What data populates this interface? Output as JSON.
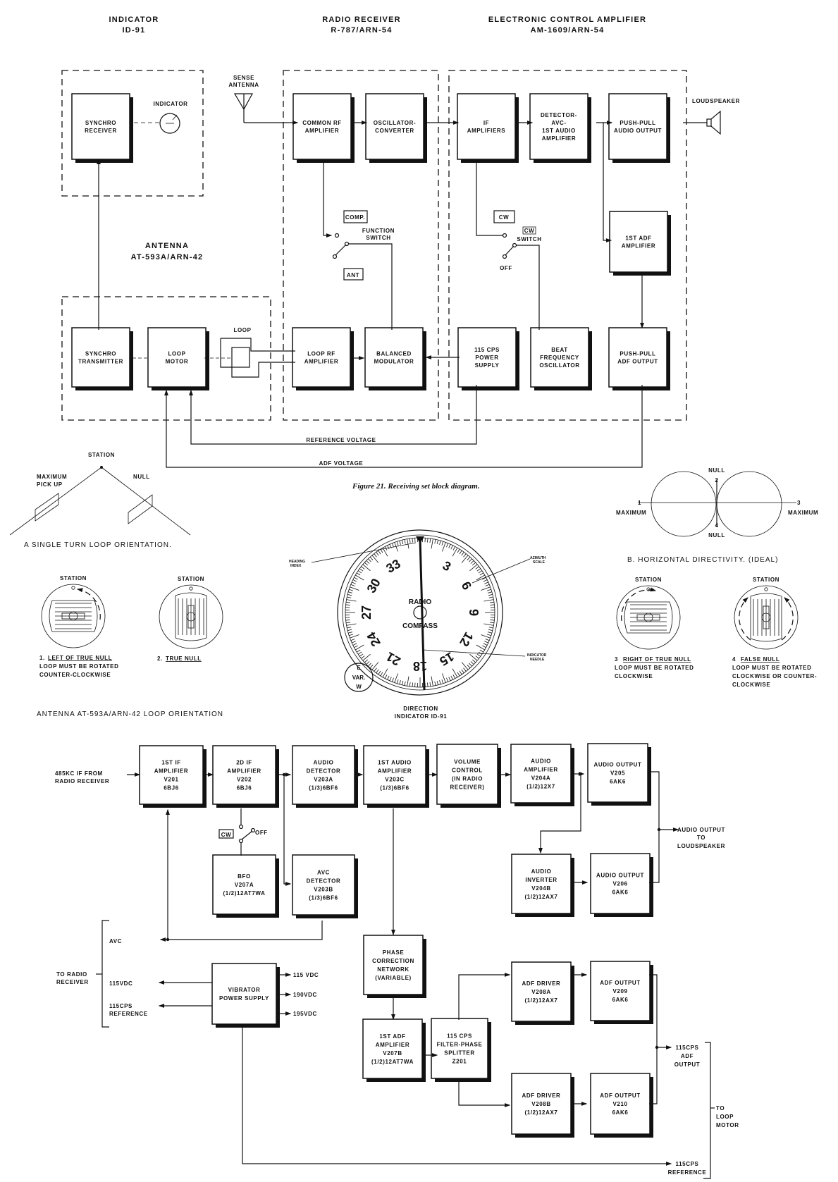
{
  "figure": {
    "caption": "Figure 21. Receiving set block diagram."
  },
  "top": {
    "groups": {
      "indicator": [
        "INDICATOR",
        "ID-91"
      ],
      "receiver": [
        "RADIO RECEIVER",
        "R-787/ARN-54"
      ],
      "amplifier": [
        "ELECTRONIC CONTROL AMPLIFIER",
        "AM-1609/ARN-54"
      ],
      "antenna": [
        "ANTENNA",
        "AT-593A/ARN-42"
      ]
    },
    "blocks": {
      "synchro_receiver": [
        "SYNCHRO",
        "RECEIVER"
      ],
      "common_rf": [
        "COMMON RF",
        "AMPLIFIER"
      ],
      "osc_conv": [
        "OSCILLATOR-",
        "CONVERTER"
      ],
      "if_amps": [
        "IF",
        "AMPLIFIERS"
      ],
      "detector": [
        "DETECTOR-",
        "AVC-",
        "1ST AUDIO",
        "AMPLIFIER"
      ],
      "pp_audio": [
        "PUSH-PULL",
        "AUDIO OUTPUT"
      ],
      "adf_amp1": [
        "1ST ADF",
        "AMPLIFIER"
      ],
      "synchro_tx": [
        "SYNCHRO",
        "TRANSMITTER"
      ],
      "loop_motor": [
        "LOOP",
        "MOTOR"
      ],
      "loop_rf": [
        "LOOP  RF",
        "AMPLIFIER"
      ],
      "bal_mod": [
        "BALANCED",
        "MODULATOR"
      ],
      "power_supply": [
        "115 CPS",
        "POWER",
        "SUPPLY"
      ],
      "bfo": [
        "BEAT",
        "FREQUENCY",
        "OSCILLATOR"
      ],
      "pp_adf": [
        "PUSH-PULL",
        "ADF  OUTPUT"
      ]
    },
    "labels": {
      "indicator": "INDICATOR",
      "sense_antenna": [
        "SENSE",
        "ANTENNA"
      ],
      "loudspeaker": "LOUDSPEAKER",
      "loop": "LOOP",
      "comp": "COMP.",
      "ant": "ANT",
      "function_switch": [
        "FUNCTION",
        "SWITCH"
      ],
      "cw": "CW",
      "cw_switch": [
        "CW",
        "SWITCH"
      ],
      "off": "OFF",
      "reference_voltage": "REFERENCE VOLTAGE",
      "adf_voltage": "ADF VOLTAGE"
    }
  },
  "orientation": {
    "station": "STATION",
    "max_pickup": [
      "MAXIMUM",
      "PICK UP"
    ],
    "null": "NULL",
    "caption_a": "A    SINGLE TURN LOOP ORIENTATION.",
    "caption_b": "B.  HORIZONTAL  DIRECTIVITY. (IDEAL)",
    "directivity": {
      "null": "NULL",
      "maximum": "MAXIMUM",
      "p1": "1",
      "p2": "2",
      "p3": "3",
      "p4": "4"
    },
    "cases": [
      {
        "num": "1.",
        "title": "LEFT OF TRUE NULL",
        "text": [
          "LOOP MUST BE ROTATED",
          "COUNTER-CLOCKWISE"
        ]
      },
      {
        "num": "2.",
        "title": "TRUE NULL",
        "text": []
      },
      {
        "num": "3",
        "title": "RIGHT OF TRUE NULL",
        "text": [
          "LOOP MUST BE ROTATED",
          "CLOCKWISE"
        ]
      },
      {
        "num": "4",
        "title": "FALSE NULL",
        "text": [
          "LOOP MUST BE ROTATED",
          "CLOCKWISE OR COUNTER-",
          "CLOCKWISE"
        ]
      }
    ],
    "section_caption": "ANTENNA  AT-593A/ARN-42  LOOP  ORIENTATION"
  },
  "dial": {
    "heading_index": [
      "HEADING",
      "INDEX"
    ],
    "azimuth_scale": [
      "AZIMUTH",
      "SCALE"
    ],
    "indicator_needle": [
      "INDICATOR",
      "NEEDLE"
    ],
    "center_top": "RADIO",
    "center_bottom": "COMPASS",
    "var": "VAR.",
    "e": "E",
    "w": "W",
    "numbers": [
      "33",
      "3",
      "30",
      "6",
      "27",
      "9",
      "24",
      "12",
      "21",
      "15",
      "18"
    ],
    "caption": [
      "DIRECTION",
      "INDICATOR ID-91"
    ]
  },
  "bottom": {
    "blocks": {
      "if1": [
        "1ST  IF",
        "AMPLIFIER",
        "V201",
        "6BJ6"
      ],
      "if2": [
        "2D  IF",
        "AMPLIFIER",
        "V202",
        "6BJ6"
      ],
      "audio_det": [
        "AUDIO",
        "DETECTOR",
        "V203A",
        "(1/3)6BF6"
      ],
      "audio1": [
        "1ST  AUDIO",
        "AMPLIFIER",
        "V203C",
        "(1/3)6BF6"
      ],
      "volume": [
        "VOLUME",
        "CONTROL",
        "(IN RADIO",
        "RECEIVER)"
      ],
      "audio_amp": [
        "AUDIO",
        "AMPLIFIER",
        "V204A",
        "(1/2)12X7"
      ],
      "audio_out1": [
        "AUDIO OUTPUT",
        "V205",
        "6AK6"
      ],
      "bfo": [
        "BFO",
        "V207A",
        "(1/2)12AT7WA"
      ],
      "avc_det": [
        "AVC",
        "DETECTOR",
        "V203B",
        "(1/3)6BF6"
      ],
      "inverter": [
        "AUDIO",
        "INVERTER",
        "V204B",
        "(1/2)12AX7"
      ],
      "audio_out2": [
        "AUDIO OUTPUT",
        "V206",
        "6AK6"
      ],
      "phase": [
        "PHASE",
        "CORRECTION",
        "NETWORK",
        "(VARIABLE)"
      ],
      "vibrator": [
        "VIBRATOR",
        "POWER SUPPLY"
      ],
      "adf1": [
        "1ST ADF",
        "AMPLIFIER",
        "V207B",
        "(1/2)12AT7WA"
      ],
      "splitter": [
        "115 CPS",
        "FILTER-PHASE",
        "SPLITTER",
        "Z201"
      ],
      "drv_a": [
        "ADF DRIVER",
        "V208A",
        "(1/2)12AX7"
      ],
      "out_209": [
        "ADF OUTPUT",
        "V209",
        "6AK6"
      ],
      "drv_b": [
        "ADF DRIVER",
        "V208B",
        "(1/2)12AX7"
      ],
      "out_210": [
        "ADF OUTPUT",
        "V210",
        "6AK6"
      ]
    },
    "labels": {
      "if_in": [
        "485KC  IF  FROM",
        "RADIO RECEIVER"
      ],
      "cw": "CW",
      "off": "OFF",
      "audio_to_ls": [
        "AUDIO OUTPUT",
        "TO",
        "LOUDSPEAKER"
      ],
      "to_radio": [
        "TO RADIO",
        "RECEIVER"
      ],
      "avc": "AVC",
      "vdc115": "115VDC",
      "ref115": [
        "115CPS",
        "REFERENCE"
      ],
      "out115": "115 VDC",
      "out190": "190VDC",
      "out195": "195VDC",
      "adf_out": [
        "115CPS",
        "ADF",
        "OUTPUT"
      ],
      "to_loop": [
        "TO",
        "LOOP",
        "MOTOR"
      ],
      "ref_out": [
        "115CPS",
        "REFERENCE"
      ]
    }
  }
}
